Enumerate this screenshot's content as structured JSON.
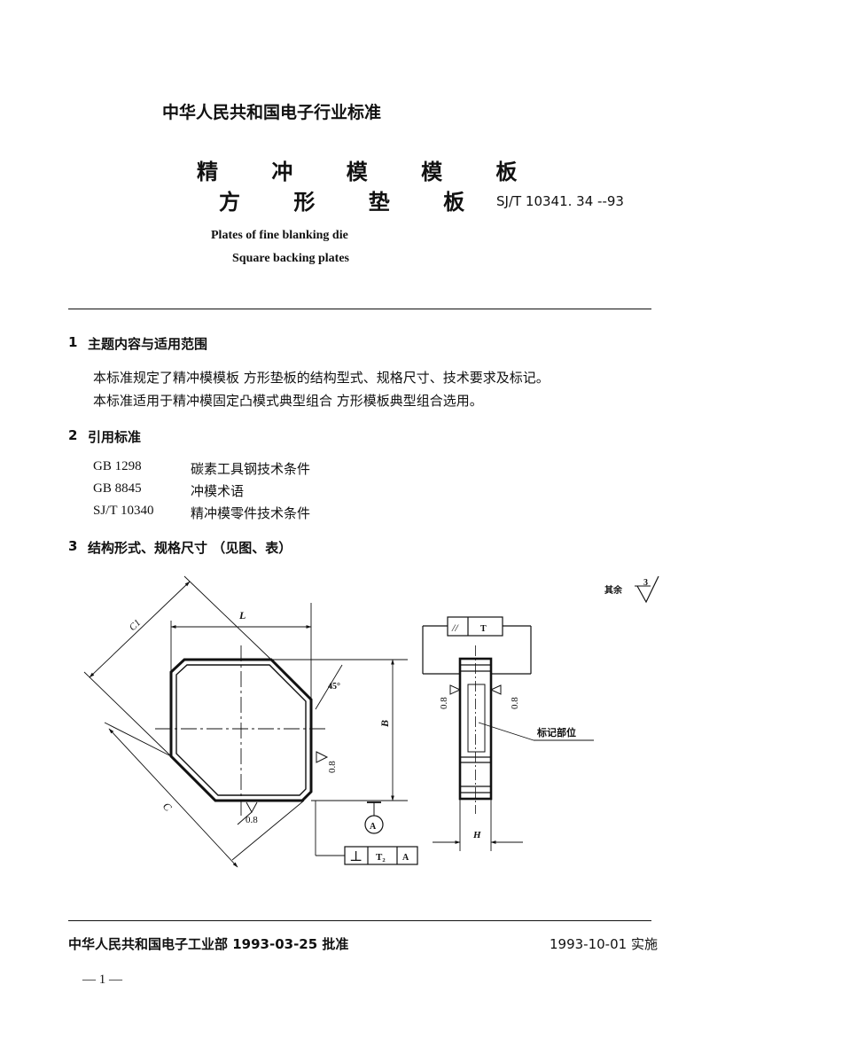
{
  "header": {
    "org": "中华人民共和国电子行业标准",
    "title_line1": "精 冲 模 模 板",
    "title_line2": "方 形 垫 板",
    "std_code": "SJ/T 10341. 34 --93",
    "en_title_line1": "Plates of fine blanking die",
    "en_title_line2": "Square backing plates"
  },
  "sections": [
    {
      "num": "1",
      "heading": "主题内容与适用范围",
      "paragraphs": [
        "本标准规定了精冲模模板  方形垫板的结构型式、规格尺寸、技术要求及标记。",
        "本标准适用于精冲模固定凸模式典型组合  方形模板典型组合选用。"
      ]
    },
    {
      "num": "2",
      "heading": "引用标准",
      "refs": [
        {
          "code": "GB 1298",
          "name": "碳素工具钢技术条件"
        },
        {
          "code": "GB 8845",
          "name": "冲模术语"
        },
        {
          "code": "SJ/T 10340",
          "name": "精冲模零件技术条件"
        }
      ]
    },
    {
      "num": "3",
      "heading": "结构形式、规格尺寸 （见图、表）"
    }
  ],
  "drawing": {
    "surface_note": "其余",
    "surface_value": "3",
    "dim_L": "L",
    "dim_B": "B",
    "dim_C": "C",
    "dim_C1": "C1",
    "dim_H": "H",
    "angle": "45°",
    "roughness_side": "0.8",
    "roughness_bottom": "0.8",
    "roughness_left": "0.8",
    "roughness_right": "0.8",
    "parallel_symbol": "//",
    "parallel_tol": "T",
    "perp_symbol": "⊥",
    "perp_tol": "T₂",
    "datum": "A",
    "mark_label": "标记部位"
  },
  "footer": {
    "approval": "中华人民共和国电子工业部 1993-03-25 批准",
    "effective": "1993-10-01 实施",
    "page": "— 1 —"
  }
}
